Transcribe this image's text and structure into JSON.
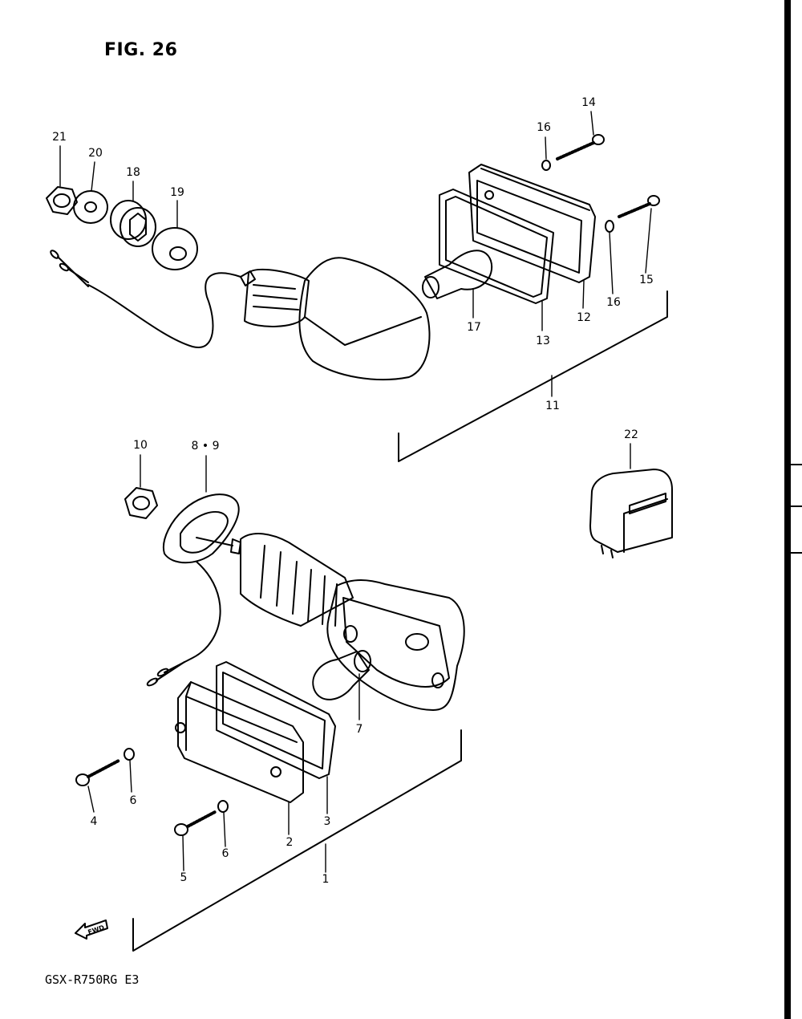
{
  "figure_title": "FIG. 26",
  "model_code": "GSX-R750RG  E3",
  "fwd_label": "FWD",
  "callouts": {
    "c1": "1",
    "c2": "2",
    "c3": "3",
    "c4": "4",
    "c5": "5",
    "c6a": "6",
    "c6b": "6",
    "c7": "7",
    "c89": "8 • 9",
    "c10": "10",
    "c11": "11",
    "c12": "12",
    "c13": "13",
    "c14": "14",
    "c15": "15",
    "c16a": "16",
    "c16b": "16",
    "c17": "17",
    "c18": "18",
    "c19": "19",
    "c20": "20",
    "c21": "21",
    "c22": "22"
  }
}
